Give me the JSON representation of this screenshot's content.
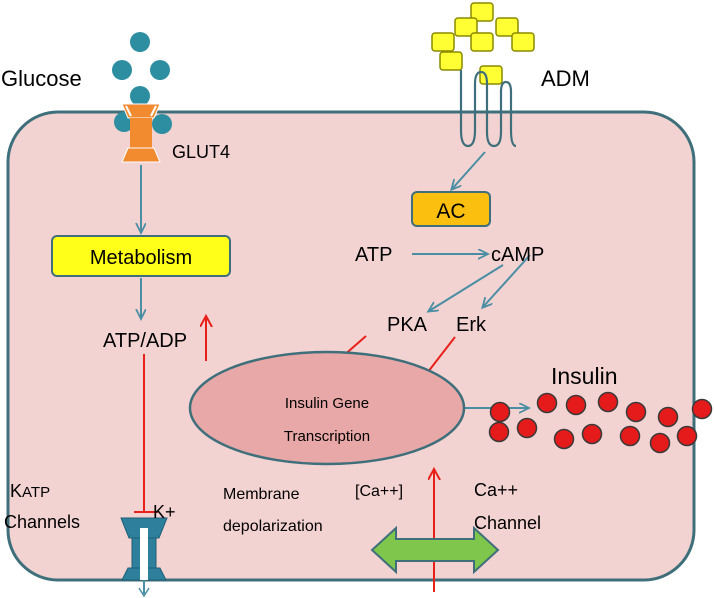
{
  "labels": {
    "glucose": "Glucose",
    "adm": "ADM",
    "glut4": "GLUT4",
    "metabolism": "Metabolism",
    "ac": "AC",
    "atp": "ATP",
    "camp": "cAMP",
    "atp_adp": "ATP/ADP",
    "pka": "PKA",
    "erk": "Erk",
    "insulin": "Insulin",
    "insulin_gene_line1": "Insulin Gene",
    "insulin_gene_line2": "Transcription",
    "katp_k": "K",
    "katp_sub": "ATP",
    "channels": "Channels",
    "k_plus": "K+",
    "membrane": "Membrane",
    "depolarization": "depolarization",
    "ca_bracket": "[Ca++]",
    "ca_plus": "Ca++",
    "channel": "Channel"
  },
  "colors": {
    "cell_fill": "#f2d3d2",
    "cell_stroke": "#3f6f7b",
    "arrow_teal": "#4a8ea3",
    "inhibit_red": "#e8201a",
    "highlight_box": "#ffff19",
    "ac_box": "#fbbf0f",
    "nucleus_fill": "#e8a8a7",
    "glucose_dot": "#2e8ea1",
    "adm_square": "#ffff33",
    "insulin_dot": "#e51a1a",
    "glut4_orange": "#f28a2f",
    "katp_channel": "#2e7f9c",
    "ca_channel": "#7ec64c"
  }
}
